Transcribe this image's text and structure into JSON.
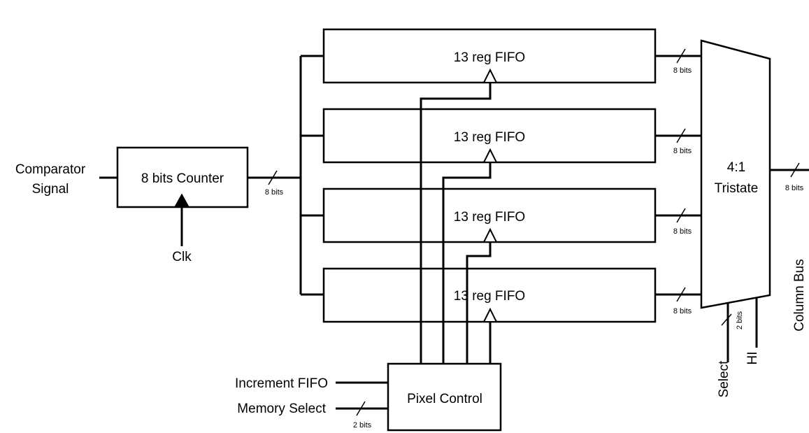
{
  "counter": {
    "label": "8 bits Counter",
    "input_label_line1": "Comparator",
    "input_label_line2": "Signal",
    "clock_label": "Clk",
    "out_bus": "8 bits"
  },
  "fifos": [
    {
      "label": "13 reg FIFO",
      "bus": "8 bits"
    },
    {
      "label": "13 reg FIFO",
      "bus": "8 bits"
    },
    {
      "label": "13 reg FIFO",
      "bus": "8 bits"
    },
    {
      "label": "13 reg FIFO",
      "bus": "8 bits"
    }
  ],
  "tristate": {
    "label_line1": "4:1",
    "label_line2": "Tristate",
    "out_bus": "8 bits",
    "select_bus": "2 bits",
    "select_label": "Select",
    "hi_label": "HI",
    "output_label": "Column Bus"
  },
  "pixel_control": {
    "label": "Pixel Control",
    "increment_label": "Increment FIFO",
    "memory_select_label": "Memory Select",
    "memory_select_bus": "2 bits"
  }
}
